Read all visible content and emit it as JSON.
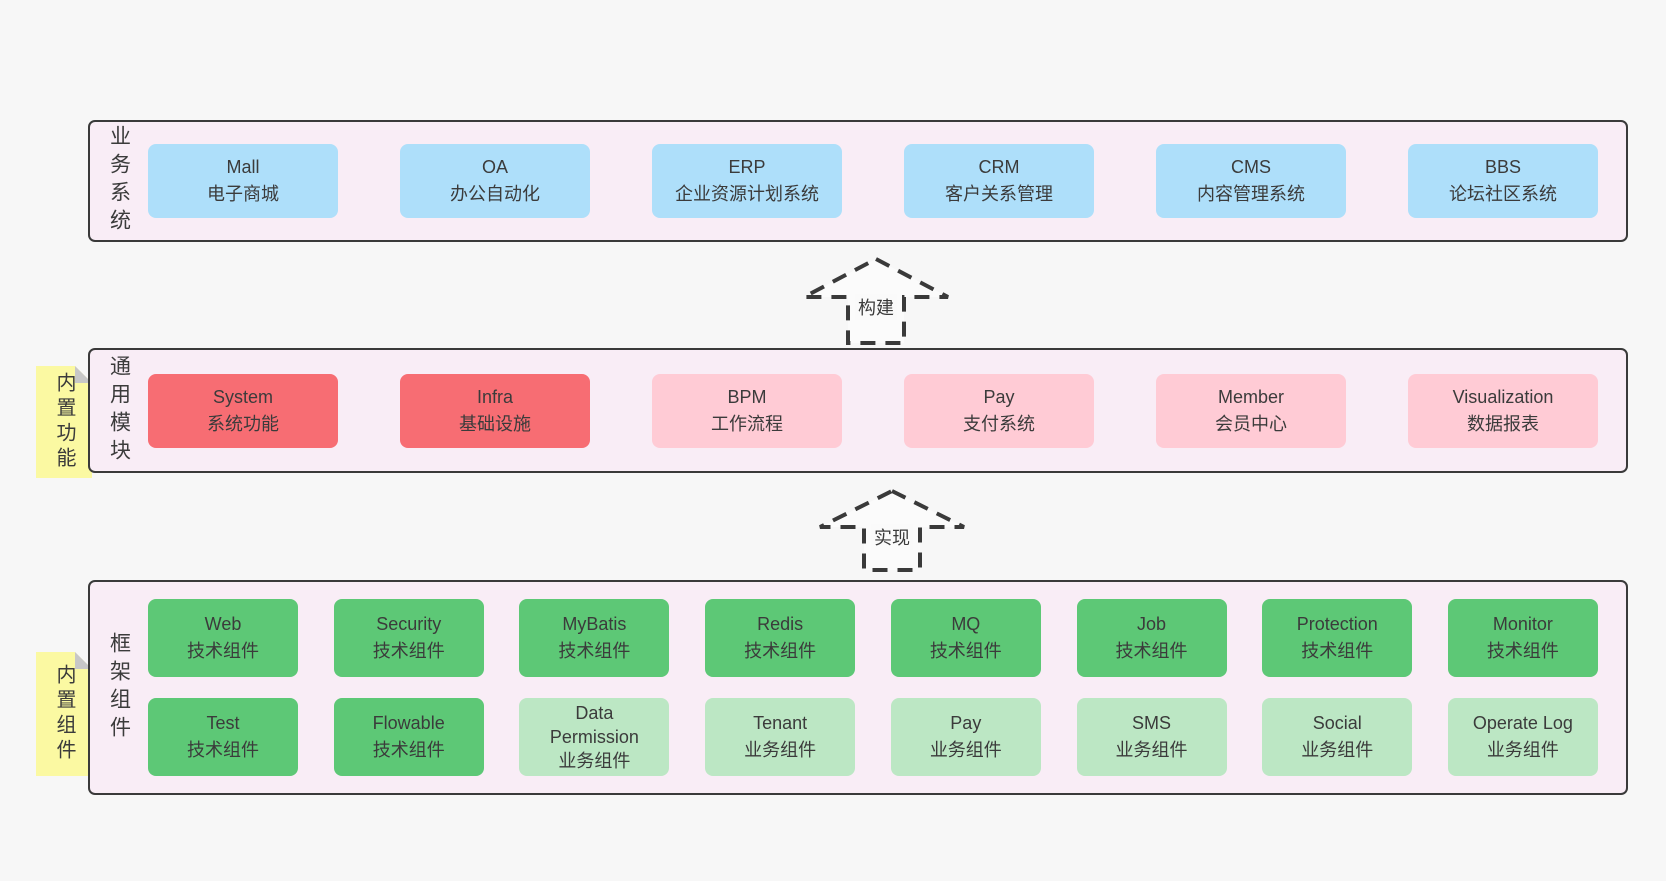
{
  "palette": {
    "page_background": "#f7f7f7",
    "container_background": "#f9edf6",
    "container_border": "#3a3a3a",
    "business_box": "#aedffa",
    "core_module_box": "#f76d73",
    "optional_module_box": "#ffcbd5",
    "tech_component_box": "#5dc876",
    "biz_component_box": "#bce7c4",
    "sticky_note": "#fbf9a2",
    "text": "#3b3b3b"
  },
  "arrows": [
    {
      "label": "构建"
    },
    {
      "label": "实现"
    }
  ],
  "layers": {
    "business": {
      "label": "业务系统",
      "items": [
        {
          "name": "Mall",
          "desc": "电子商城"
        },
        {
          "name": "OA",
          "desc": "办公自动化"
        },
        {
          "name": "ERP",
          "desc": "企业资源计划系统"
        },
        {
          "name": "CRM",
          "desc": "客户关系管理"
        },
        {
          "name": "CMS",
          "desc": "内容管理系统"
        },
        {
          "name": "BBS",
          "desc": "论坛社区系统"
        }
      ]
    },
    "modules": {
      "label": "通用模块",
      "sticky": "内置功能",
      "items": [
        {
          "name": "System",
          "desc": "系统功能",
          "variant": "red"
        },
        {
          "name": "Infra",
          "desc": "基础设施",
          "variant": "red"
        },
        {
          "name": "BPM",
          "desc": "工作流程",
          "variant": "pink"
        },
        {
          "name": "Pay",
          "desc": "支付系统",
          "variant": "pink"
        },
        {
          "name": "Member",
          "desc": "会员中心",
          "variant": "pink"
        },
        {
          "name": "Visualization",
          "desc": "数据报表",
          "variant": "pink"
        }
      ]
    },
    "components": {
      "label": "框架组件",
      "sticky": "内置组件",
      "row1": [
        {
          "name": "Web",
          "desc": "技术组件",
          "variant": "green"
        },
        {
          "name": "Security",
          "desc": "技术组件",
          "variant": "green"
        },
        {
          "name": "MyBatis",
          "desc": "技术组件",
          "variant": "green"
        },
        {
          "name": "Redis",
          "desc": "技术组件",
          "variant": "green"
        },
        {
          "name": "MQ",
          "desc": "技术组件",
          "variant": "green"
        },
        {
          "name": "Job",
          "desc": "技术组件",
          "variant": "green"
        },
        {
          "name": "Protection",
          "desc": "技术组件",
          "variant": "green"
        },
        {
          "name": "Monitor",
          "desc": "技术组件",
          "variant": "green"
        }
      ],
      "row2": [
        {
          "name": "Test",
          "desc": "技术组件",
          "variant": "green"
        },
        {
          "name": "Flowable",
          "desc": "技术组件",
          "variant": "green"
        },
        {
          "name": "Data Permission",
          "desc": "业务组件",
          "variant": "lgreen"
        },
        {
          "name": "Tenant",
          "desc": "业务组件",
          "variant": "lgreen"
        },
        {
          "name": "Pay",
          "desc": "业务组件",
          "variant": "lgreen"
        },
        {
          "name": "SMS",
          "desc": "业务组件",
          "variant": "lgreen"
        },
        {
          "name": "Social",
          "desc": "业务组件",
          "variant": "lgreen"
        },
        {
          "name": "Operate Log",
          "desc": "业务组件",
          "variant": "lgreen"
        }
      ]
    }
  }
}
